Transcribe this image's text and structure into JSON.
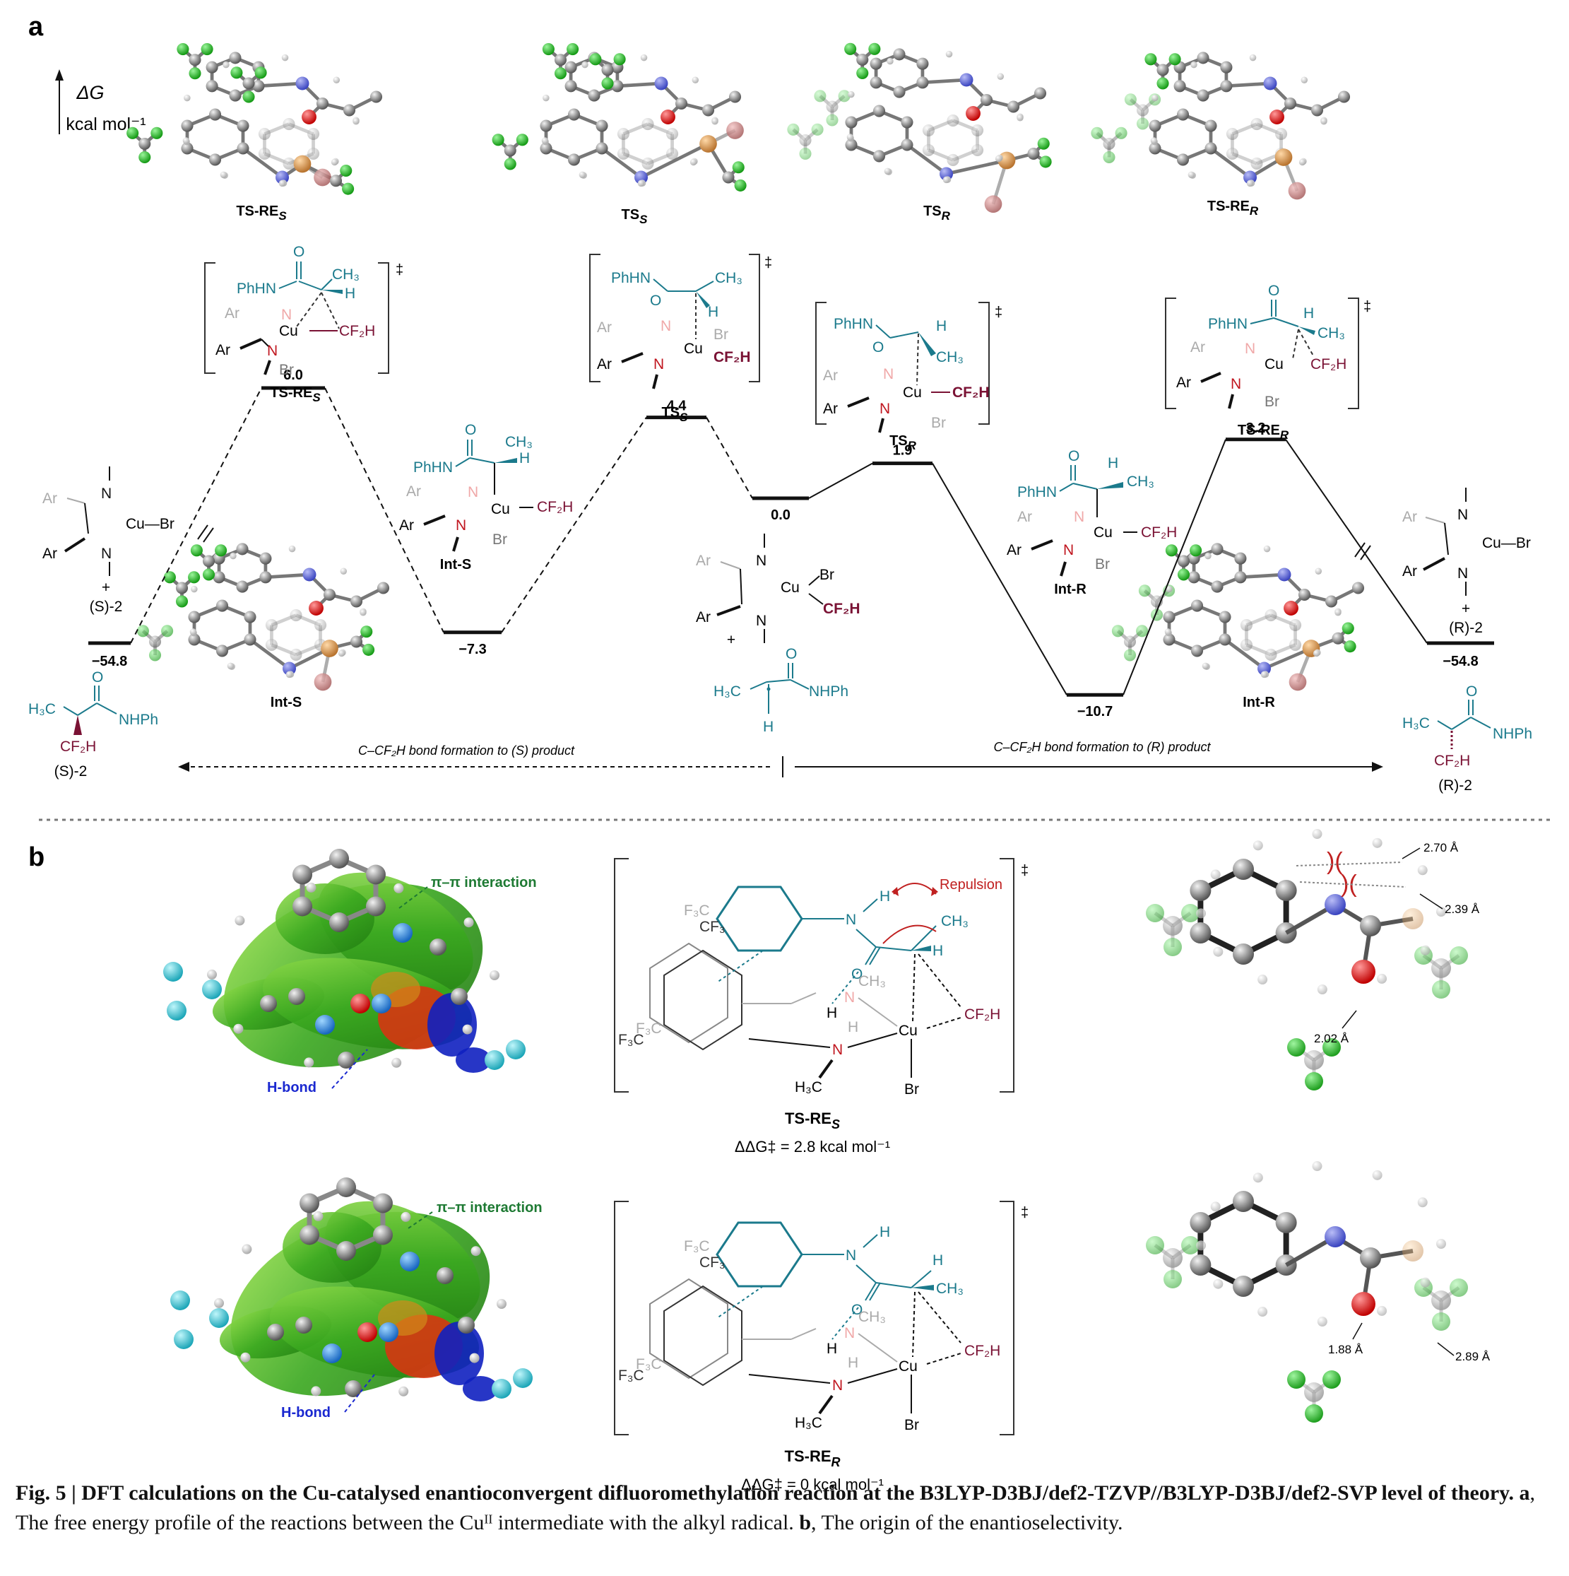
{
  "panel_a": {
    "label": "a",
    "axis": {
      "symbol": "ΔG",
      "unit": "kcal mol⁻¹"
    },
    "structures_3d": {
      "ts_re_s": {
        "base": "TS-RE",
        "sub": "S"
      },
      "ts_s": {
        "base": "TS",
        "sub": "S"
      },
      "ts_r": {
        "base": "TS",
        "sub": "R"
      },
      "ts_re_r": {
        "base": "TS-RE",
        "sub": "R"
      },
      "int_s": "Int-S",
      "int_r": "Int-R"
    },
    "levels": [
      {
        "id": "prod_s",
        "value": -54.8,
        "label": "−54.8",
        "name": "(S)-2"
      },
      {
        "id": "ts_re_s",
        "value": 6.0,
        "label": "6.0",
        "name": "TS-RE",
        "sub": "S"
      },
      {
        "id": "int_s",
        "value": -7.3,
        "label": "−7.3",
        "name": "Int-S"
      },
      {
        "id": "ts_s",
        "value": 4.4,
        "label": "4.4",
        "name": "TS",
        "sub": "S"
      },
      {
        "id": "start",
        "value": 0.0,
        "label": "0.0",
        "name": ""
      },
      {
        "id": "ts_r",
        "value": 1.9,
        "label": "1.9",
        "name": "TS",
        "sub": "R"
      },
      {
        "id": "int_r",
        "value": -10.7,
        "label": "−10.7",
        "name": "Int-R"
      },
      {
        "id": "ts_re_r",
        "value": 3.2,
        "label": "3.2",
        "name": "TS-RE",
        "sub": "R"
      },
      {
        "id": "prod_r",
        "value": -54.8,
        "label": "−54.8",
        "name": "(R)-2"
      }
    ],
    "chem": {
      "phhn": "PhHN",
      "ch3": "CH₃",
      "h": "H",
      "ar": "Ar",
      "n": "N",
      "cu": "Cu",
      "br": "Br",
      "cf2h": "CF₂H",
      "o": "O",
      "plus": "+",
      "dagger": "‡",
      "h3c": "H₃C",
      "nhph": "NHPh",
      "cu_br": "Cu—Br"
    },
    "arrows": {
      "left": "C–CF₂H bond formation to (S) product",
      "right": "C–CF₂H bond formation to (R) product"
    },
    "products": {
      "s": "(S)-2",
      "r": "(R)-2"
    }
  },
  "panel_b": {
    "label": "b",
    "nci_labels": {
      "pi": "π–π interaction",
      "hbond": "H-bond"
    },
    "repulsion": "Repulsion",
    "ts_top": {
      "base": "TS-RE",
      "sub": "S",
      "ddg": "ΔΔG‡ = 2.8 kcal mol⁻¹"
    },
    "ts_bottom": {
      "base": "TS-RE",
      "sub": "R",
      "ddg": "ΔΔG‡ = 0 kcal mol⁻¹"
    },
    "chem": {
      "f3c": "F₃C",
      "cf3": "CF₃",
      "h3c": "H₃C",
      "n": "N",
      "h": "H",
      "o": "O",
      "cu": "Cu",
      "br": "Br",
      "cf2h": "CF₂H",
      "ch3": "CH₃"
    },
    "distances_top": [
      "2.70 Å",
      "2.39 Å",
      "2.02 Å"
    ],
    "distances_bottom": [
      "1.88 Å",
      "2.89 Å"
    ]
  },
  "caption": {
    "bold": "Fig. 5 | DFT calculations on the Cu-catalysed enantioconvergent difluoromethylation reaction at the B3LYP-D3BJ/def2-TZVP//B3LYP-D3BJ/def2-SVP level of theory.",
    "a_label": "a",
    "a_text": ", The free energy profile of the reactions between the Cuᴵᴵ intermediate with the alkyl radical.",
    "b_label": "b",
    "b_text": ", The origin of the enantioselectivity."
  },
  "colors": {
    "teal": "#1b7a8c",
    "maroon": "#7a1234",
    "red_n": "#c0161f",
    "pink_faint": "#f0a8a8",
    "nci_green": "#3fbf1f",
    "f_green": "#22cc22",
    "cu_tan": "#d9a05b",
    "br_pink": "#c87878",
    "cyan_f": "#3cc6d6",
    "hbond_blue": "#1a28d0",
    "pi_green": "#1e7a33",
    "repulsion_red": "#c02020"
  }
}
